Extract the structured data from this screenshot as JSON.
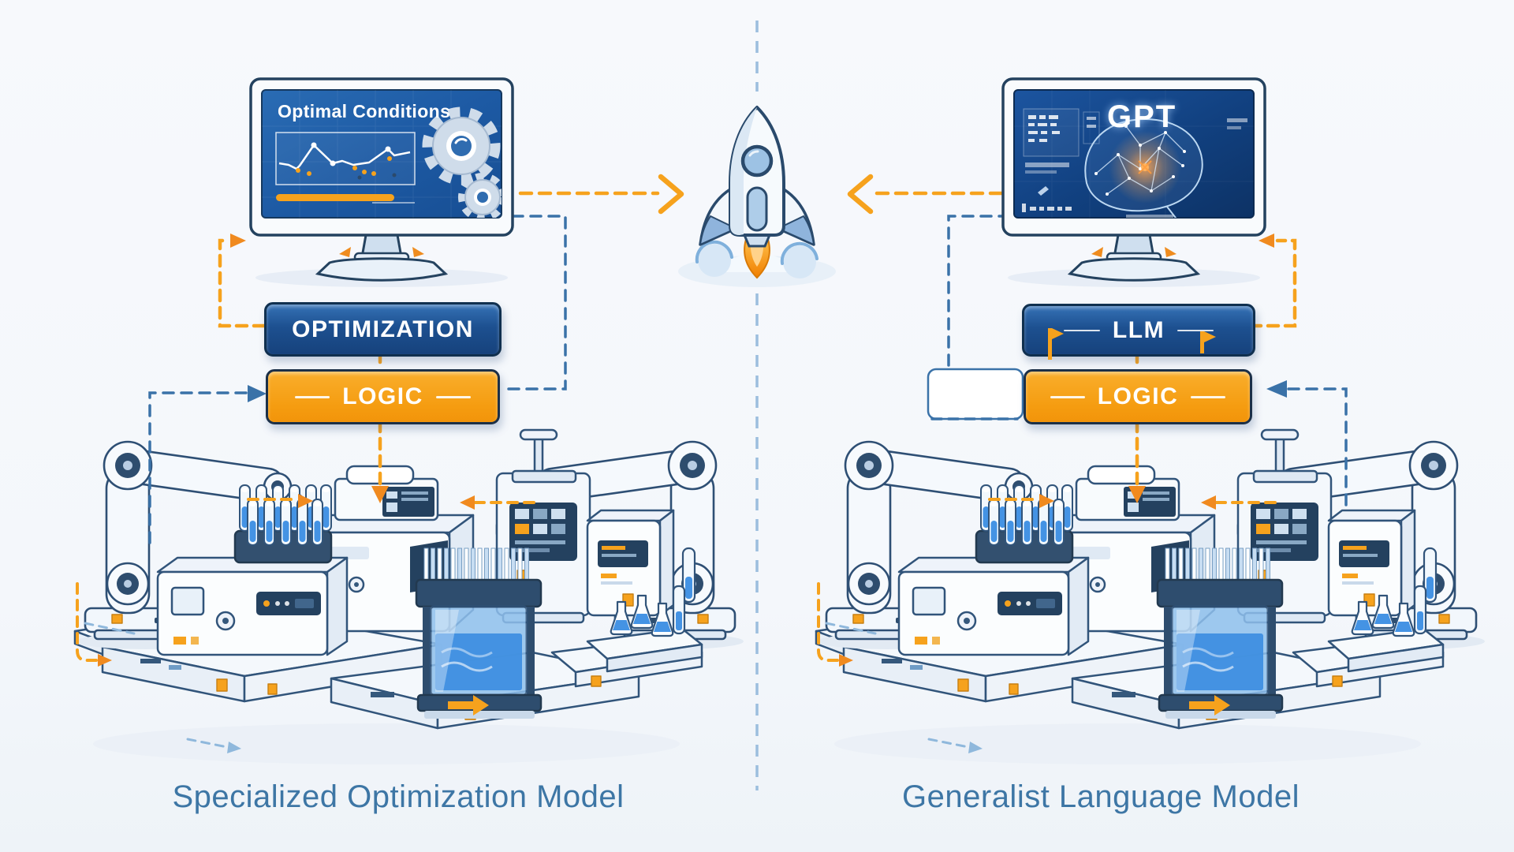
{
  "diagram": {
    "left": {
      "screen_title": "Optimal Conditions",
      "primary_box": "OPTIMIZATION",
      "secondary_box": "LOGIC",
      "caption": "Specialized Optimization Model"
    },
    "right": {
      "screen_title": "GPT",
      "primary_box": "LLM",
      "secondary_box": "LOGIC",
      "caption": "Generalist Language Model"
    },
    "colors": {
      "background": "#F5F8FB",
      "accent_orange": "#F6A21D",
      "box_blue": "#1D5090",
      "box_orange": "#F59C10",
      "dash_blue": "#3A72A8",
      "divider_blue": "#9CBEDE",
      "caption_blue": "#3D76A5",
      "screen_blue_left": "#1B5AA2",
      "screen_blue_right": "#0F3A74",
      "liquid_blue": "#4493E4"
    }
  }
}
